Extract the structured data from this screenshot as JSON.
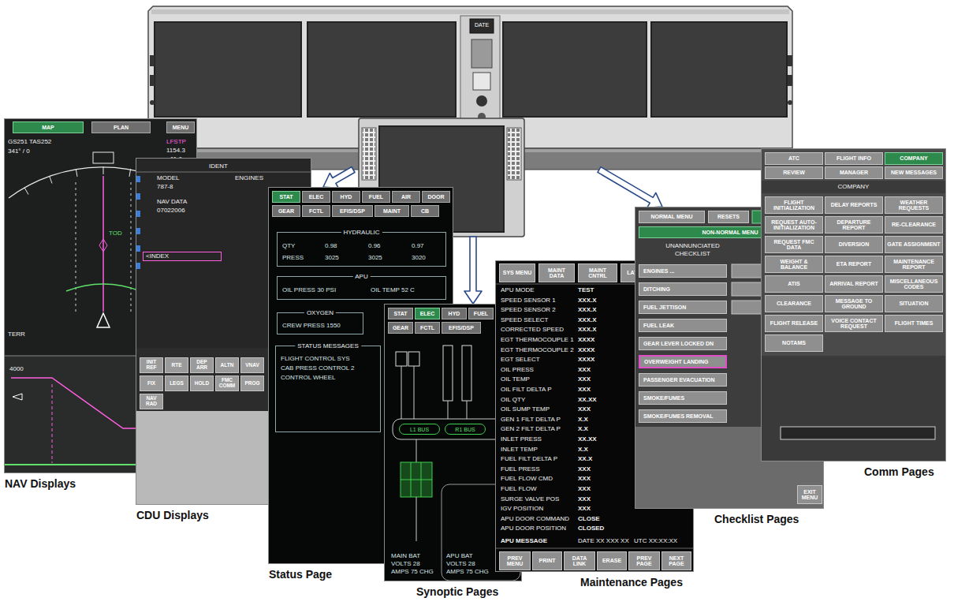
{
  "diagram": {
    "nodes": [
      {
        "text": [
          "DATE"
        ]
      },
      {
        "text": [
          "NAV Displays"
        ]
      },
      {
        "text": [
          "MAP"
        ],
        "in": 1
      },
      {
        "text": [
          "PLAN"
        ],
        "in": 1
      },
      {
        "text": [
          "MENU"
        ],
        "in": 1
      },
      {
        "text": [
          "CDU Displays"
        ]
      },
      {
        "text": [
          "INIT REF"
        ],
        "in": 5
      },
      {
        "text": [
          "RTE"
        ],
        "in": 5
      },
      {
        "text": [
          "DEP ARR"
        ],
        "in": 5
      },
      {
        "text": [
          "ALTN"
        ],
        "in": 5
      },
      {
        "text": [
          "VNAV"
        ],
        "in": 5
      },
      {
        "text": [
          "FIX"
        ],
        "in": 5
      },
      {
        "text": [
          "LEGS"
        ],
        "in": 5
      },
      {
        "text": [
          "HOLD"
        ],
        "in": 5
      },
      {
        "text": [
          "FMC COMM"
        ],
        "in": 5
      },
      {
        "text": [
          "PROG"
        ],
        "in": 5
      },
      {
        "text": [
          "NAV RAD"
        ],
        "in": 5
      },
      {
        "text": [
          "Status Page"
        ]
      },
      {
        "text": [
          "STAT"
        ],
        "in": 17
      },
      {
        "text": [
          "ELEC"
        ],
        "in": 17
      },
      {
        "text": [
          "HYD"
        ],
        "in": 17
      },
      {
        "text": [
          "FUEL"
        ],
        "in": 17
      },
      {
        "text": [
          "AIR"
        ],
        "in": 17
      },
      {
        "text": [
          "DOOR"
        ],
        "in": 17
      },
      {
        "text": [
          "GEAR"
        ],
        "in": 17
      },
      {
        "text": [
          "FCTL"
        ],
        "in": 17
      },
      {
        "text": [
          "EFIS/DSP"
        ],
        "in": 17
      },
      {
        "text": [
          "MAINT"
        ],
        "in": 17
      },
      {
        "text": [
          "CB"
        ],
        "in": 17
      },
      {
        "text": [
          "HYDRAULIC"
        ],
        "in": 17
      },
      {
        "text": [
          "APU"
        ],
        "in": 17
      },
      {
        "text": [
          "OXYGEN"
        ],
        "in": 17
      },
      {
        "text": [
          "STATUS MESSAGES",
          "FLIGHT CONTROL SYS",
          "CAB PRESS CONTROL 2",
          "CONTROL WHEEL"
        ],
        "in": 17
      },
      {
        "text": [
          "Synoptic Pages"
        ]
      },
      {
        "text": [
          "STAT"
        ],
        "in": 33
      },
      {
        "text": [
          "ELEC"
        ],
        "in": 33
      },
      {
        "text": [
          "HYD"
        ],
        "in": 33
      },
      {
        "text": [
          "FUEL"
        ],
        "in": 33
      },
      {
        "text": [
          "GEAR"
        ],
        "in": 33
      },
      {
        "text": [
          "FCTL"
        ],
        "in": 33
      },
      {
        "text": [
          "EFIS/DSP"
        ],
        "in": 33
      },
      {
        "text": [
          "L1 BUS"
        ],
        "in": 33
      },
      {
        "text": [
          "R1 BUS"
        ],
        "in": 33
      },
      {
        "text": [
          "Maintenance Pages"
        ]
      },
      {
        "text": [
          "SYS MENU"
        ],
        "in": 43
      },
      {
        "text": [
          "MAINT DATA"
        ],
        "in": 43
      },
      {
        "text": [
          "MAINT CNTRL"
        ],
        "in": 43
      },
      {
        "text": [
          "LAT RES"
        ],
        "in": 43
      },
      {
        "text": [
          "PREV MENU"
        ],
        "in": 43
      },
      {
        "text": [
          "PRINT"
        ],
        "in": 43
      },
      {
        "text": [
          "DATA LINK"
        ],
        "in": 43
      },
      {
        "text": [
          "ERASE"
        ],
        "in": 43
      },
      {
        "text": [
          "PREV PAGE"
        ],
        "in": 43
      },
      {
        "text": [
          "NEXT PAGE"
        ],
        "in": 43
      },
      {
        "text": [
          "Checklist Pages"
        ]
      },
      {
        "text": [
          "NORMAL MENU"
        ],
        "in": 54
      },
      {
        "text": [
          "RESETS"
        ],
        "in": 54
      },
      {
        "text": [
          "NON-NORMAL MENU"
        ],
        "in": 54
      },
      {
        "text": [
          "ENGINES ..."
        ],
        "in": 54
      },
      {
        "text": [
          "DITCHING"
        ],
        "in": 54
      },
      {
        "text": [
          "FUEL JETTISON"
        ],
        "in": 54
      },
      {
        "text": [
          "FUEL LEAK"
        ],
        "in": 54
      },
      {
        "text": [
          "GEAR LEVER LOCKED DN"
        ],
        "in": 54
      },
      {
        "text": [
          "OVERWEIGHT LANDING"
        ],
        "in": 54
      },
      {
        "text": [
          "PASSENGER EVACUATION"
        ],
        "in": 54
      },
      {
        "text": [
          "SMOKE/FUMES"
        ],
        "in": 54
      },
      {
        "text": [
          "SMOKE/FUMES REMOVAL"
        ],
        "in": 54
      },
      {
        "text": [
          "EXIT MENU"
        ],
        "in": 54
      },
      {
        "text": [
          "Comm Pages"
        ]
      },
      {
        "text": [
          "ATC"
        ],
        "in": 68
      },
      {
        "text": [
          "FLIGHT INFO"
        ],
        "in": 68
      },
      {
        "text": [
          "COMPANY"
        ],
        "in": 68
      },
      {
        "text": [
          "REVIEW"
        ],
        "in": 68
      },
      {
        "text": [
          "MANAGER"
        ],
        "in": 68
      },
      {
        "text": [
          "NEW MESSAGES"
        ],
        "in": 68
      },
      {
        "text": [
          "FLIGHT INITIALIZATION"
        ],
        "in": 68
      },
      {
        "text": [
          "DELAY REPORTS"
        ],
        "in": 68
      },
      {
        "text": [
          "WEATHER REQUESTS"
        ],
        "in": 68
      },
      {
        "text": [
          "REQUEST AUTO-INITIALIZATION"
        ],
        "in": 68
      },
      {
        "text": [
          "DEPARTURE REPORT"
        ],
        "in": 68
      },
      {
        "text": [
          "RE-CLEARANCE"
        ],
        "in": 68
      },
      {
        "text": [
          "REQUEST FMC DATA"
        ],
        "in": 68
      },
      {
        "text": [
          "DIVERSION"
        ],
        "in": 68
      },
      {
        "text": [
          "GATE ASSIGNMENT"
        ],
        "in": 68
      },
      {
        "text": [
          "WEIGHT & BALANCE"
        ],
        "in": 68
      },
      {
        "text": [
          "ETA REPORT"
        ],
        "in": 68
      },
      {
        "text": [
          "MAINTENANCE REPORT"
        ],
        "in": 68
      },
      {
        "text": [
          "ATIS"
        ],
        "in": 68
      },
      {
        "text": [
          "ARRIVAL REPORT"
        ],
        "in": 68
      },
      {
        "text": [
          "MISCELLANEOUS CODES"
        ],
        "in": 68
      },
      {
        "text": [
          "CLEARANCE"
        ],
        "in": 68
      },
      {
        "text": [
          "MESSAGE TO GROUND"
        ],
        "in": 68
      },
      {
        "text": [
          "SITUATION"
        ],
        "in": 68
      },
      {
        "text": [
          "FLIGHT RELEASE"
        ],
        "in": 68
      },
      {
        "text": [
          "VOICE CONTACT REQUEST"
        ],
        "in": 68
      },
      {
        "text": [
          "FLIGHT TIMES"
        ],
        "in": 68
      },
      {
        "text": [
          "NOTAMS"
        ],
        "in": 68
      }
    ],
    "edges": [
      {
        "from": 0,
        "to": 17,
        "arrow": "to"
      },
      {
        "from": 0,
        "to": 33,
        "arrow": "to"
      },
      {
        "from": 0,
        "to": 54,
        "arrow": "to"
      }
    ],
    "labels": [
      "GS251 TAS252",
      "341° / 0",
      "LFSTP",
      "1154.3",
      "11.6",
      "TOD",
      "TERR",
      "4000",
      "IDENT",
      "MODEL",
      "787-8",
      "NAV DATA",
      "07022006",
      "ENGINES",
      "<INDEX",
      "QTY",
      "0.98",
      "0.96",
      "0.97",
      "PRESS",
      "3025",
      "3025",
      "3020",
      "OIL PRESS 30 PSI",
      "OIL TEMP 52 C",
      "CREW PRESS 1550",
      "MAIN BAT",
      "VOLTS 28",
      "AMPS 75 CHG",
      "APU BAT",
      "VOLTS 28",
      "AMPS 75 CHG",
      "APU MODE",
      "TEST",
      "SPEED SENSOR 1",
      "XXX.X",
      "SPEED SENSOR 2",
      "XXX.X",
      "SPEED SELECT",
      "XXX.X",
      "CORRECTED SPEED",
      "XXX.X",
      "EGT THERMOCOUPLE 1",
      "XXXX",
      "EGT THERMOCOUPLE 2",
      "XXXX",
      "EGT SELECT",
      "XXXX",
      "OIL PRESS",
      "XXX",
      "OIL TEMP",
      "XXX",
      "OIL FILT DELTA P",
      "XXX",
      "OIL QTY",
      "XX.XX",
      "OIL SUMP TEMP",
      "XXX",
      "GEN 1 FILT DELTA P",
      "X.X",
      "GEN 2 FILT DELTA P",
      "X.X",
      "INLET PRESS",
      "XX.XX",
      "INLET TEMP",
      "X.X",
      "FUEL FILT DELTA P",
      "XX.X",
      "FUEL PRESS",
      "XXX",
      "FUEL FLOW CMD",
      "XXX",
      "FUEL FLOW",
      "XXX",
      "SURGE VALVE POS",
      "XXX",
      "IGV POSITION",
      "XXX",
      "APU DOOR COMMAND",
      "CLOSE",
      "APU DOOR POSITION",
      "CLOSED",
      "APU MESSAGE",
      "DATE XX XXX XX",
      "UTC XX:XX:XX",
      "UNANNUNCIATED CHECKLIST",
      "COMPANY"
    ]
  }
}
